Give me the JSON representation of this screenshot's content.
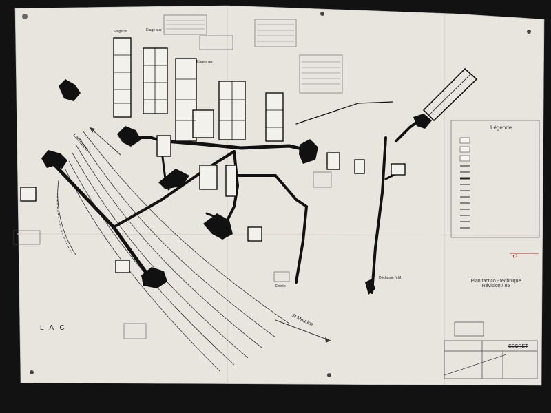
{
  "poster": {
    "title_line1": "Plan tactico - technique",
    "title_line2": "Révision / 85",
    "legend_title": "Légende",
    "legend_items": [
      "",
      "",
      "",
      "",
      "",
      "",
      "",
      "",
      "",
      "",
      "",
      "",
      "",
      ""
    ],
    "stamp": "",
    "secret_top": "",
    "secret_bottom": "SECRET"
  },
  "labels": {
    "lac": "L A C",
    "lausanne": "Lausanne",
    "st_maurice": "St Maurice",
    "etages_rez": "Etages rez",
    "etage_inf": "Etage inf",
    "etage_sup": "Etage sup",
    "decharge": "Décharge N.M.",
    "entree": "Entrée"
  },
  "colors": {
    "paper": "#e9e6e1",
    "paper_shadow": "#d8d4cd",
    "ink": "#111111",
    "grey_ink": "#555555",
    "background": "#121212",
    "stamp_red": "#aa3333"
  }
}
